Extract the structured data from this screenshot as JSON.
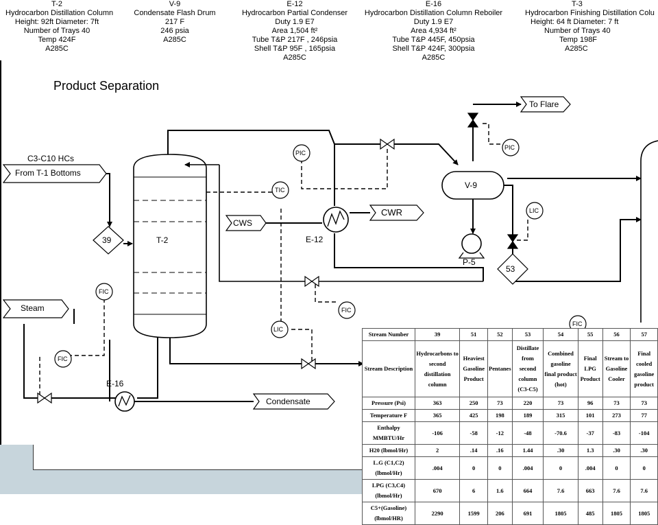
{
  "headers": [
    {
      "id": "T-2",
      "lines": [
        "T-2",
        "Hydrocarbon Distillation Column",
        "Height: 92ft  Diameter: 7ft",
        "Number of Trays 40",
        "Temp 424F",
        "A285C"
      ]
    },
    {
      "id": "V-9",
      "lines": [
        "V-9",
        "Condensate Flash Drum",
        "217 F",
        "246 psia",
        "A285C"
      ]
    },
    {
      "id": "E-12",
      "lines": [
        "E-12",
        "Hydrocarbon Partial Condenser",
        "Duty 1.9 E7",
        "Area 1,504 ft²",
        "Tube T&P 217F , 246psia",
        "Shell T&P 95F , 165psia",
        "A285C"
      ]
    },
    {
      "id": "E-16",
      "lines": [
        "E-16",
        "Hydrocarbon Distillation Column Reboiler",
        "Duty 1.9 E7",
        "Area 4,934 ft²",
        "Tube T&P 445F, 450psia",
        "Shell T&P 424F, 300psia",
        "A285C"
      ]
    },
    {
      "id": "T-3",
      "lines": [
        "T-3",
        "Hydrocarbon Finishing Distillation Colu",
        "Height: 64 ft  Diameter: 7 ft",
        "Number of Trays 40",
        "Temp 198F",
        "A285C"
      ]
    }
  ],
  "title": "Product Separation",
  "diagram": {
    "feed_top": "C3-C10 HCs",
    "feed_label": "From T-1 Bottoms",
    "steam": "Steam",
    "cws": "CWS",
    "cwr": "CWR",
    "condensate": "Condensate",
    "to_flare": "To Flare",
    "column": "T-2",
    "drum": "V-9",
    "condenser": "E-12",
    "reboiler": "E-16",
    "pump": "P-5",
    "stream_39": "39",
    "stream_53": "53",
    "pic1": "PIC",
    "pic2": "PIC",
    "tic": "TIC",
    "lic1": "LIC",
    "lic2": "LIC",
    "fic1": "FIC",
    "fic2": "FIC",
    "fic3": "FIC",
    "fic4": "FIC"
  },
  "stream_table": {
    "header": [
      "Stream Number",
      "39",
      "51",
      "52",
      "53",
      "54",
      "55",
      "56",
      "57"
    ],
    "desc": [
      "Stream Description",
      "Hydrocarbons to second distillation column",
      "Heaviest Gasoline Product",
      "Pentanes",
      "Distillate from second column (C3-C5)",
      "Combined gasoline final product (hot)",
      "Final LPG Product",
      "Stream to Gasoline Cooler",
      "Final cooled gasoline product"
    ],
    "rows": [
      [
        "Pressure (Psi)",
        "363",
        "250",
        "73",
        "220",
        "73",
        "96",
        "73",
        "73"
      ],
      [
        "Temperature F",
        "365",
        "425",
        "198",
        "189",
        "315",
        "101",
        "273",
        "77"
      ],
      [
        "Enthalpy MMBTU/Hr",
        "-106",
        "-58",
        "-12",
        "-48",
        "-70.6",
        "-37",
        "-83",
        "-104"
      ],
      [
        "H20 (lbmol/Hr)",
        "2",
        ".14",
        ".16",
        "1.44",
        ".30",
        "1.3",
        ".30",
        ".30"
      ],
      [
        "L.G (C1,C2) (lbmol/Hr)",
        ".004",
        "0",
        "0",
        ".004",
        "0",
        ".004",
        "0",
        "0"
      ],
      [
        "LPG (C3,C4) (lbmol/Hr)",
        "670",
        "6",
        "1.6",
        "664",
        "7.6",
        "663",
        "7.6",
        "7.6"
      ],
      [
        "C5+(Gasoline) (lbmol/HR)",
        "2290",
        "1599",
        "206",
        "691",
        "1805",
        "485",
        "1805",
        "1805"
      ]
    ]
  }
}
